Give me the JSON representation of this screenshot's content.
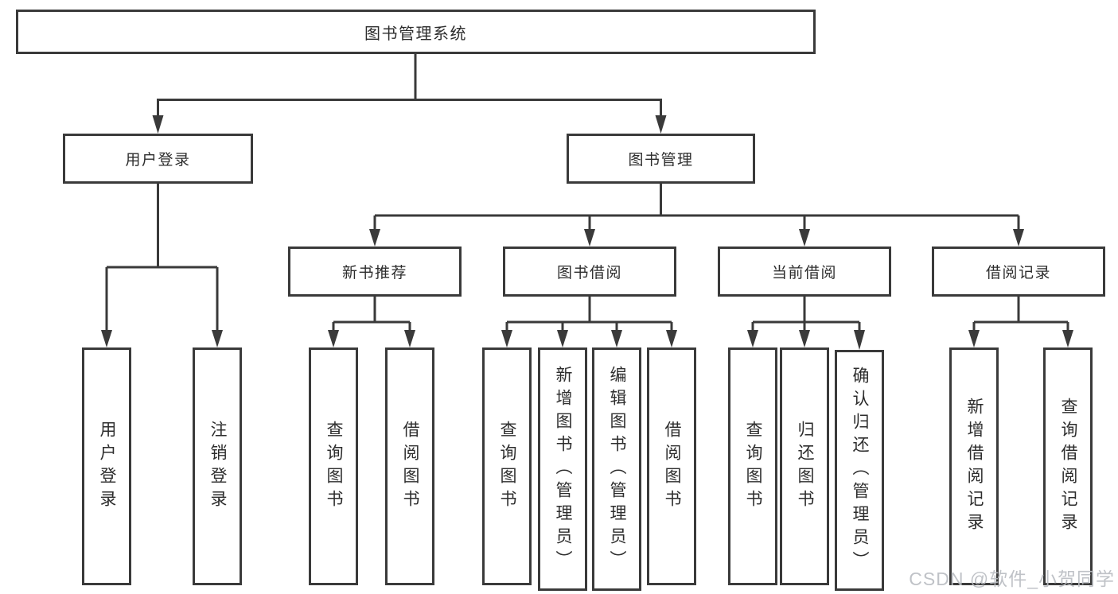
{
  "tree": {
    "label": "图书管理系统",
    "children": [
      {
        "label": "用户登录",
        "children": [
          {
            "label": "用户登录"
          },
          {
            "label": "注销登录"
          }
        ]
      },
      {
        "label": "图书管理",
        "children": [
          {
            "label": "新书推荐",
            "children": [
              {
                "label": "查询图书"
              },
              {
                "label": "借阅图书"
              }
            ]
          },
          {
            "label": "图书借阅",
            "children": [
              {
                "label": "查询图书"
              },
              {
                "label": "新增图书（管理员）"
              },
              {
                "label": "编辑图书（管理员）"
              },
              {
                "label": "借阅图书"
              }
            ]
          },
          {
            "label": "当前借阅",
            "children": [
              {
                "label": "查询图书"
              },
              {
                "label": "归还图书"
              },
              {
                "label": "确认归还（管理员）"
              }
            ]
          },
          {
            "label": "借阅记录",
            "children": [
              {
                "label": "新增借阅记录"
              },
              {
                "label": "查询借阅记录"
              }
            ]
          }
        ]
      }
    ]
  },
  "watermark": {
    "text": "CSDN @软件_小贺同学"
  },
  "colors": {
    "line": "#3a3a3a",
    "box_border": "#3a3a3a",
    "text": "#2d2d2d",
    "background": "#ffffff",
    "watermark": "#b9bcc1"
  }
}
